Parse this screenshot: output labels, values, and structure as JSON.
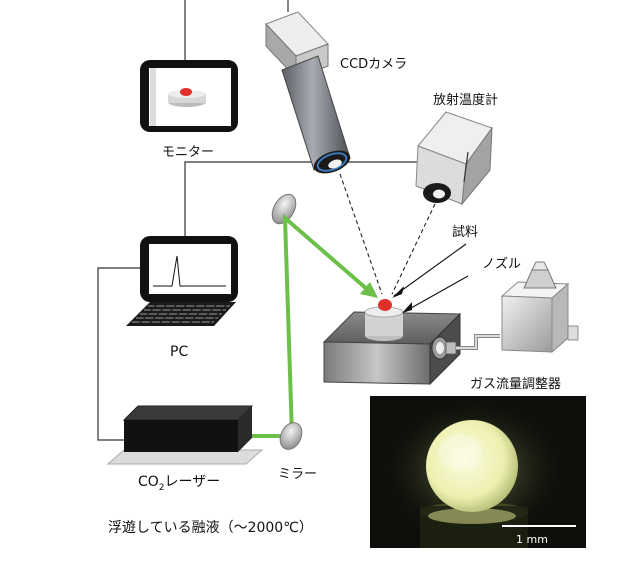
{
  "labels": {
    "ccd_camera": "CCDカメラ",
    "pyrometer": "放射温度計",
    "monitor": "モニター",
    "sample": "試料",
    "nozzle": "ノズル",
    "pc": "PC",
    "gas_controller": "ガス流量調整器",
    "laser_prefix": "CO",
    "laser_sub": "2",
    "laser_suffix": "レーザー",
    "mirror": "ミラー",
    "caption": "浮遊している融液（～2000℃）",
    "scale_bar": "1 mm"
  },
  "colors": {
    "laser_beam": "#6cc04a",
    "sample_red": "#e0302a",
    "photo_glow": "#f6f7c8"
  }
}
